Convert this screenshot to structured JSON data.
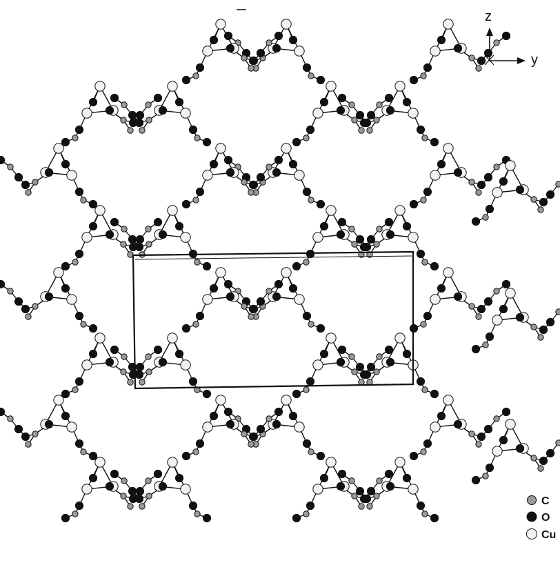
{
  "axes": {
    "z_label": "z",
    "y_label": "y"
  },
  "legend": {
    "items": [
      {
        "label": "C",
        "fill": "#9a9a9a"
      },
      {
        "label": "O",
        "fill": "#111111"
      },
      {
        "label": "Cu",
        "fill": "#f2f2f2"
      }
    ]
  },
  "colors": {
    "line": "#111111",
    "carbon": "#9a9a9a",
    "oxygen": "#111111",
    "copper": "#f2f2f2"
  }
}
